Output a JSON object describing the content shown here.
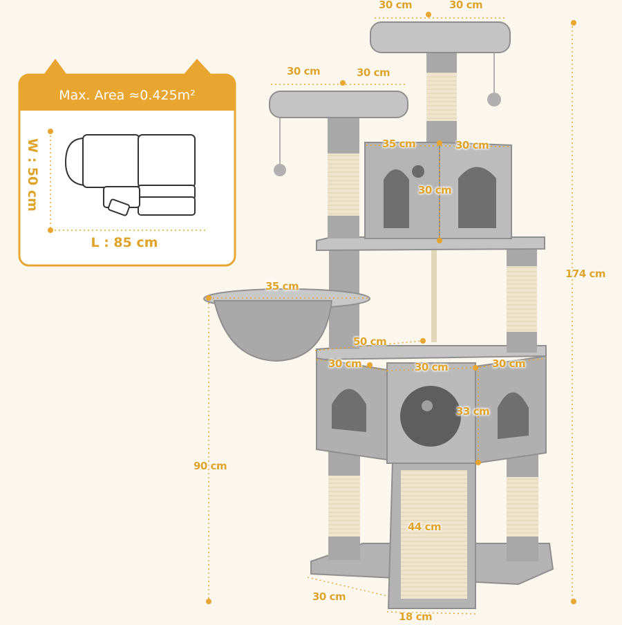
{
  "colors": {
    "accent": "#e8a530",
    "background": "#fbf6ee",
    "plush": "#b9b9b9",
    "plush_dark": "#8f8f8f",
    "sisal": "#efe4cc"
  },
  "area_card": {
    "title": "Max. Area ≈0.425m²",
    "width_label": "W : 50 cm",
    "length_label": "L : 85 cm"
  },
  "dimensions": {
    "top_platform_left": "30 cm",
    "top_platform_right": "30 cm",
    "left_platform_left": "30 cm",
    "left_platform_right": "30 cm",
    "condo_top_depth": "35 cm",
    "condo_top_width": "30 cm",
    "condo_top_height": "30 cm",
    "basket": "35 cm",
    "lower_platform_depth": "50 cm",
    "lower_condo_left": "30 cm",
    "lower_condo_middle": "30 cm",
    "lower_condo_right": "30 cm",
    "lower_condo_height": "33 cm",
    "ramp_length": "44 cm",
    "base_depth": "30 cm",
    "ramp_width": "18 cm",
    "total_height": "174 cm",
    "lower_height": "90 cm"
  }
}
